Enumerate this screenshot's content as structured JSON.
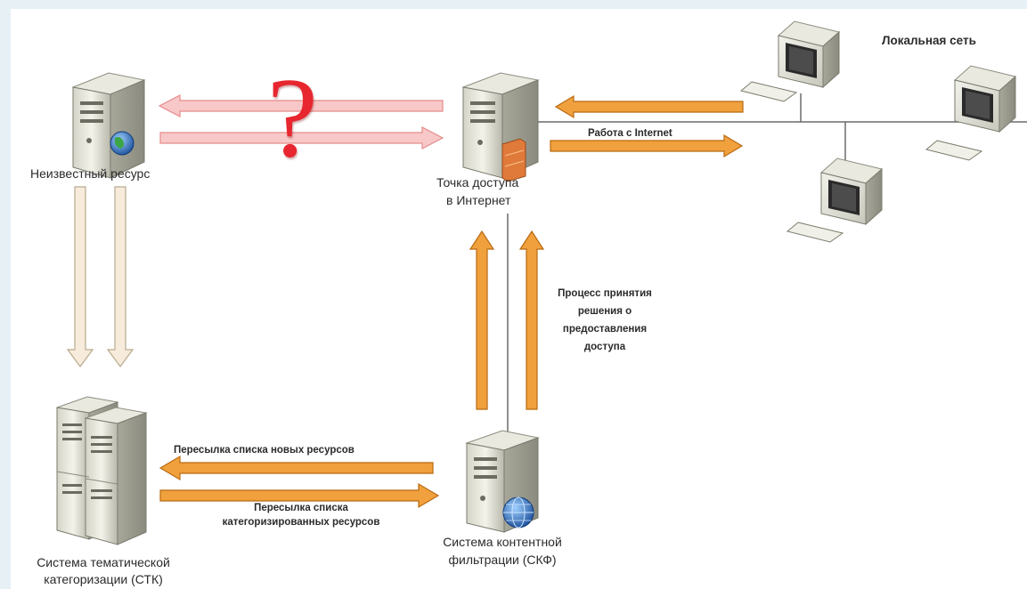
{
  "nodes": {
    "unknown_resource": "Неизвестный ресурс",
    "access_point_line1": "Точка доступа",
    "access_point_line2": "в Интернет",
    "stk_line1": "Система тематической",
    "stk_line2": "категоризации (СТК)",
    "skf_line1": "Система контентной",
    "skf_line2": "фильтрации (СКФ)",
    "local_network": "Локальная сеть"
  },
  "question_mark": "?",
  "edges": {
    "internet_work": "Работа с Internet",
    "decision_line1": "Процесс принятия",
    "decision_line2": "решения о",
    "decision_line3": "предоставления",
    "decision_line4": "доступа",
    "send_new_resources": "Пересылка списка новых ресурсов",
    "send_categorized_line1": "Пересылка списка",
    "send_categorized_line2": "категоризированных ресурсов"
  },
  "colors": {
    "orange_arrow": "#f0a03c",
    "pink_arrow": "#f8c8c8",
    "beige_arrow": "#f7ecdc",
    "question_red": "#e8262f"
  }
}
